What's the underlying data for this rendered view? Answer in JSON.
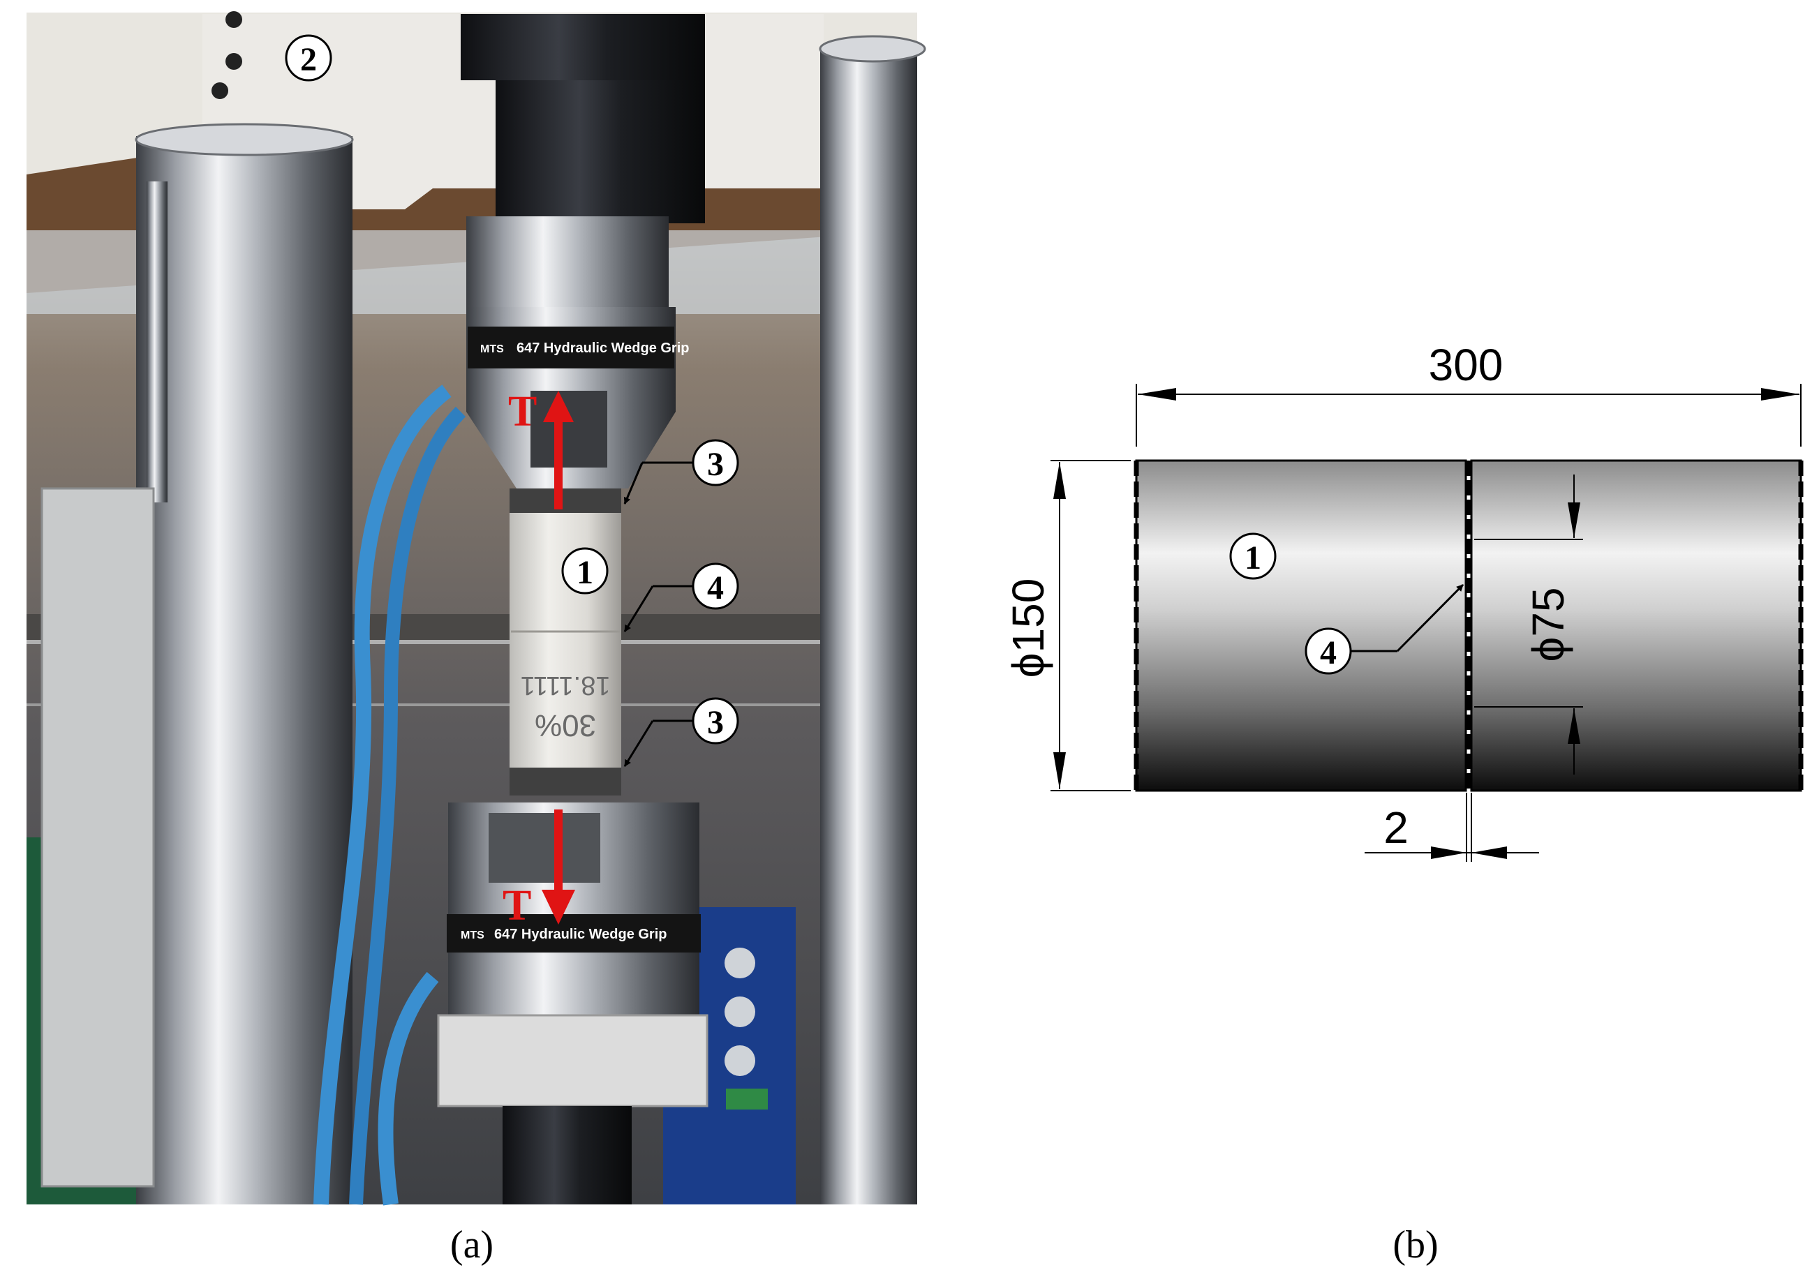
{
  "panel_a": {
    "caption": "(a)",
    "callouts": {
      "machine_frame": "2",
      "specimen": "1",
      "cap_top": "3",
      "notch": "4",
      "cap_bottom": "3"
    },
    "force_top": "T",
    "force_bottom": "T",
    "grip_top_brand": "MTS",
    "grip_top_label": "647 Hydraulic Wedge Grip",
    "grip_bottom_brand": "MTS",
    "grip_bottom_label": "647 Hydraulic Wedge Grip",
    "specimen_text_1": "18.1111",
    "specimen_text_2": "30%"
  },
  "panel_b": {
    "caption": "(b)",
    "dim_length": "300",
    "dim_diameter": "ϕ150",
    "dim_notch_diameter": "ϕ75",
    "dim_notch_width": "2",
    "callout_specimen": "1",
    "callout_notch": "4"
  },
  "colors": {
    "force_arrow": "#e01414",
    "cable": "#3a8fd0",
    "steel": "#b8bcc2",
    "cylinder_light": "#e6e6e6",
    "cylinder_dark": "#151515"
  }
}
